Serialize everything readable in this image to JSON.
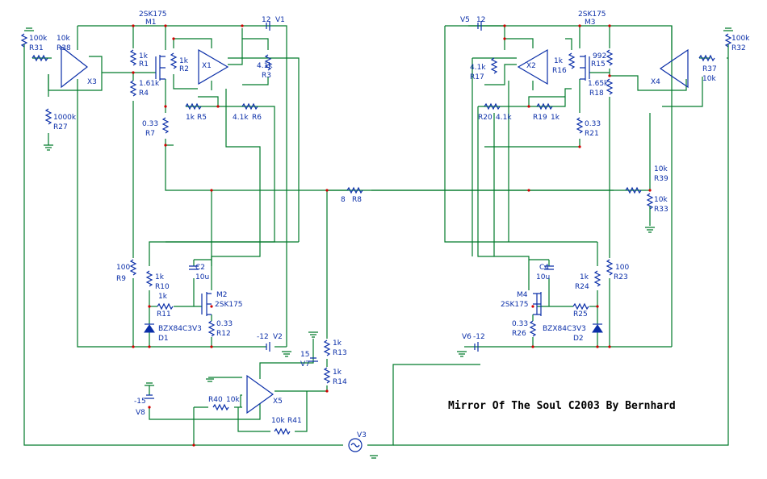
{
  "title": "Mirror Of The Soul  C2003 By Bernhard",
  "labels": {
    "m1_type": "2SK175",
    "m1": "M1",
    "m3_type": "2SK175",
    "m3": "M3",
    "v1_val": "12",
    "v1": "V1",
    "v5": "V5",
    "v5_val": "12",
    "r31_val": "100k",
    "r31": "R31",
    "r38_val": "10k",
    "r38": "R38",
    "r27_val": "1000k",
    "r27": "R27",
    "x3": "X3",
    "r1_val": "1k",
    "r1": "R1",
    "r4_val": "1.61k",
    "r4": "R4",
    "r2_val": "1k",
    "r2": "R2",
    "x1": "X1",
    "r3_val": "4.1k",
    "r3": "R3",
    "r5_val": "1k",
    "r5": "R5",
    "r6_val": "4.1k",
    "r6": "R6",
    "r7_val": "0.33",
    "r7": "R7",
    "r17_val": "4.1k",
    "r17": "R17",
    "x2": "X2",
    "r16_val": "1k",
    "r16": "R16",
    "r15_val": "992",
    "r15": "R15",
    "r18_val": "1.65k",
    "r18": "R18",
    "x4": "X4",
    "r37": "R37",
    "r37_val": "10k",
    "r32_val": "100k",
    "r32": "R32",
    "r20": "R20",
    "r20_val": "4.1k",
    "r19": "R19",
    "r19_val": "1k",
    "r21_val": "0.33",
    "r21": "R21",
    "r39_val": "10k",
    "r39": "R39",
    "r33_val": "10k",
    "r33": "R33",
    "r8_val": "8",
    "r8": "R8",
    "r9_val": "100",
    "r9": "R9",
    "r10_val": "1k",
    "r10": "R10",
    "c2": "C2",
    "c2_val": "10u",
    "m2": "M2",
    "m2_type": "2SK175",
    "r11_val": "1k",
    "r11": "R11",
    "r12_val": "0.33",
    "r12": "R12",
    "d1_type": "BZX84C3V3",
    "d1": "D1",
    "v2_val": "-12",
    "v2": "V2",
    "c4": "C4",
    "c4_val": "10u",
    "m4": "M4",
    "m4_type": "2SK175",
    "r24_val": "1k",
    "r24": "R24",
    "r23_val": "100",
    "r23": "R23",
    "r25": "R25",
    "r26_val": "0.33",
    "r26": "R26",
    "d2_type": "BZX84C3V3",
    "d2": "D2",
    "v6": "V6",
    "v6_val": "-12",
    "r13_val": "1k",
    "r13": "R13",
    "r14_val": "1k",
    "r14": "R14",
    "v7_val": "15",
    "v7": "V7",
    "v8_val": "-15",
    "v8": "V8",
    "r40": "R40",
    "r40_val": "10k",
    "x5": "X5",
    "r41_val": "10k",
    "r41": "R41",
    "v3": "V3"
  },
  "colors": {
    "wire": "#007a2a",
    "component": "#0a2ea8",
    "node": "#d00000",
    "text": "#000000"
  }
}
